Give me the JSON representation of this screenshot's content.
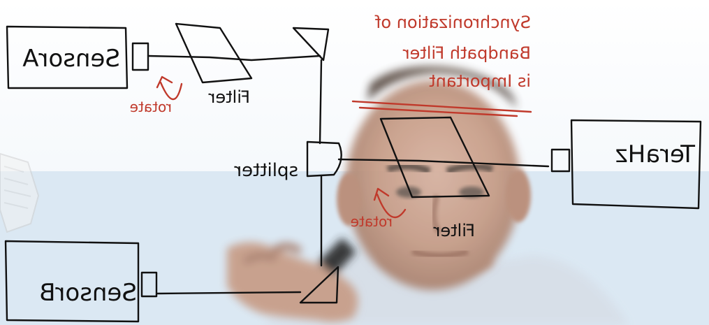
{
  "scene": {
    "description_free": true,
    "colors": {
      "ink": "#111111",
      "marker_red": "#c0392b",
      "band_blue": "#dbe8f3",
      "skin": "#c79c86",
      "hair": "#5b4c43",
      "shirt": "#d7dfe8"
    }
  },
  "whiteboard": {
    "sensor_a_label": "SensorA",
    "sensor_b_label": "SensorB",
    "terahz_label": "TeraHz",
    "splitter_label": "splitter",
    "filter_label_top": "Filter",
    "filter_label_bottom": "Filter",
    "rotate_label_top": "rotate",
    "rotate_label_bottom": "rotate",
    "note_line1": "Synchronization of",
    "note_line2": "Bandpath Filter",
    "note_line3": "is Important"
  },
  "icons": {
    "hand": "hand-with-marker",
    "face": "blurred-face"
  }
}
